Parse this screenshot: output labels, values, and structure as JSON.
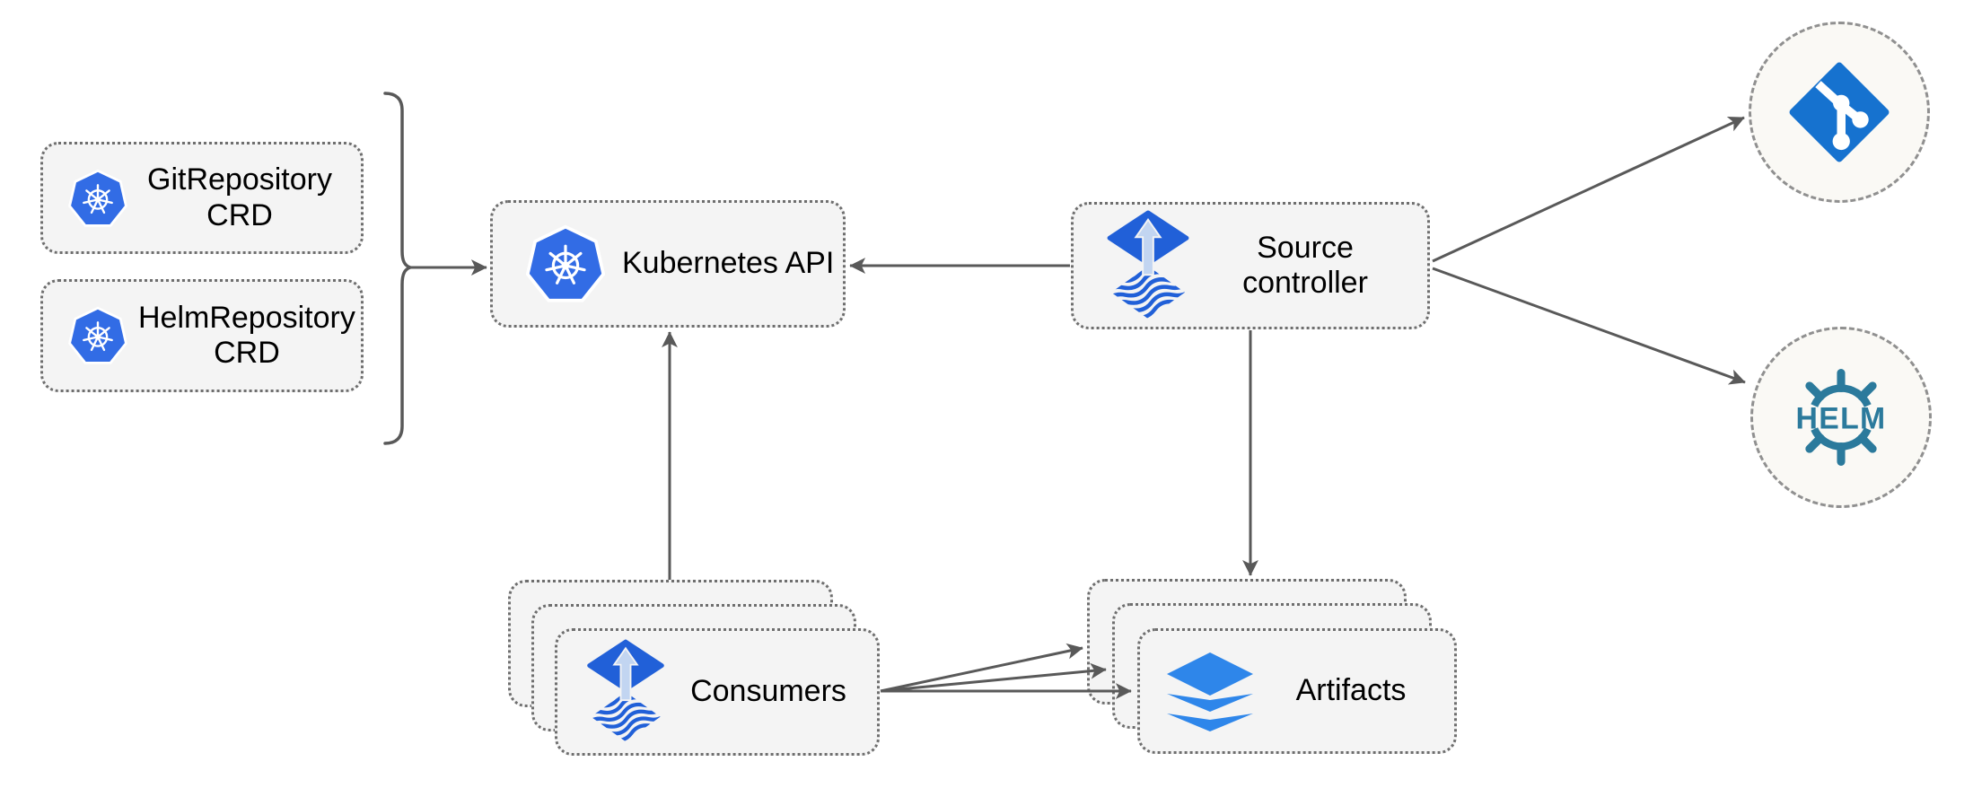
{
  "diagram": {
    "description": "Flux source-controller architecture diagram",
    "background": "#ffffff"
  },
  "colors": {
    "node_fill": "#f4f4f4",
    "node_border": "#6e6e6e",
    "endpoint_fill": "#faf9f5",
    "endpoint_border": "#909090",
    "connector": "#595959",
    "kubernetes_blue": "#326ce5",
    "flux_blue": "#2160d8",
    "flux_arrow_light": "#c2d5f1",
    "git_blue": "#1672cf",
    "helm_teal": "#2b7a9c",
    "layers_blue": "#2e86ea",
    "label_text": "#000000"
  },
  "nodes": {
    "git_repository_crd": {
      "label": "GitRepository CRD",
      "icon": "kubernetes"
    },
    "helm_repository_crd": {
      "label": "HelmRepository CRD",
      "icon": "kubernetes"
    },
    "kubernetes_api": {
      "label": "Kubernetes API",
      "icon": "kubernetes"
    },
    "source_controller": {
      "label": "Source controller",
      "icon": "flux"
    },
    "consumers": {
      "label": "Consumers",
      "icon": "flux",
      "stacked": 3
    },
    "artifacts": {
      "label": "Artifacts",
      "icon": "layers",
      "stacked": 3
    },
    "git_endpoint": {
      "icon": "git"
    },
    "helm_endpoint": {
      "icon": "helm",
      "logo_text": "HELM"
    }
  },
  "edges": [
    {
      "from": "git_repository_crd",
      "to": "kubernetes_api",
      "via": "brace"
    },
    {
      "from": "helm_repository_crd",
      "to": "kubernetes_api",
      "via": "brace"
    },
    {
      "from": "source_controller",
      "to": "kubernetes_api"
    },
    {
      "from": "consumers",
      "to": "kubernetes_api"
    },
    {
      "from": "source_controller",
      "to": "artifacts"
    },
    {
      "from": "source_controller",
      "to": "git_endpoint"
    },
    {
      "from": "source_controller",
      "to": "helm_endpoint"
    },
    {
      "from": "consumers",
      "to": "artifacts"
    },
    {
      "from": "consumers",
      "to": "artifacts"
    },
    {
      "from": "consumers",
      "to": "artifacts"
    }
  ]
}
